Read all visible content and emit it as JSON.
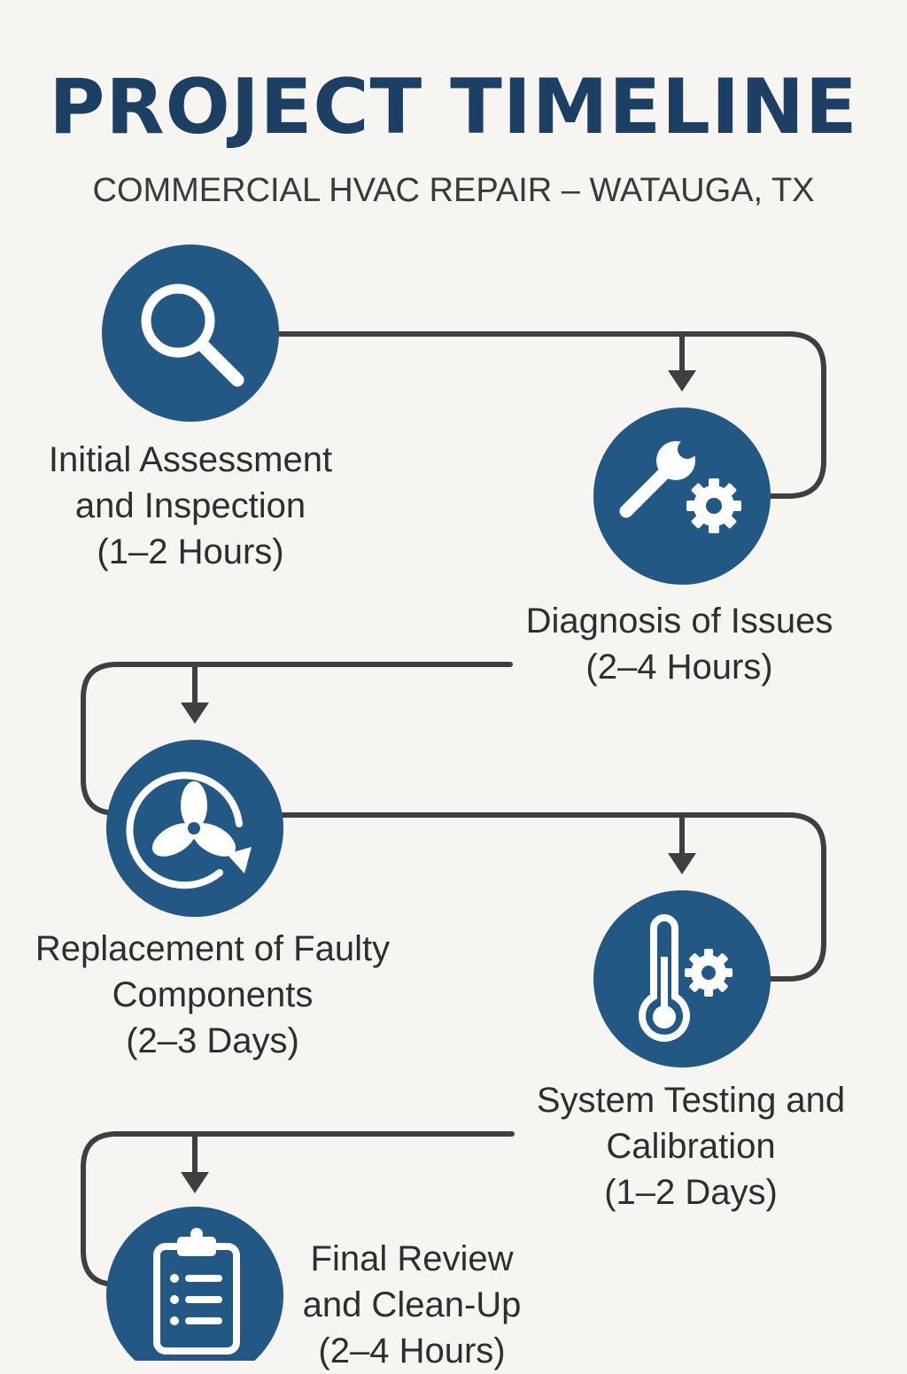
{
  "title": "PROJECT TIMELINE",
  "subtitle": "COMMERCIAL HVAC REPAIR – WATAUGA, TX",
  "colors": {
    "circle": "#235885",
    "title": "#1c3f63",
    "connector": "#3f3f3f",
    "background": "#f6f5f1"
  },
  "steps": [
    {
      "icon": "magnifying-glass-icon",
      "lines": [
        "Initial Assessment",
        "and Inspection",
        "(1–2 Hours)"
      ]
    },
    {
      "icon": "wrench-gear-icon",
      "lines": [
        "Diagnosis of Issues",
        "(2–4 Hours)"
      ]
    },
    {
      "icon": "fan-cycle-icon",
      "lines": [
        "Replacement of Faulty",
        "Components",
        "(2–3 Days)"
      ]
    },
    {
      "icon": "thermometer-gear-icon",
      "lines": [
        "System Testing and",
        "Calibration",
        "(1–2 Days)"
      ]
    },
    {
      "icon": "clipboard-checklist-icon",
      "lines": [
        "Final Review",
        "and Clean-Up",
        "(2–4 Hours)"
      ]
    }
  ]
}
